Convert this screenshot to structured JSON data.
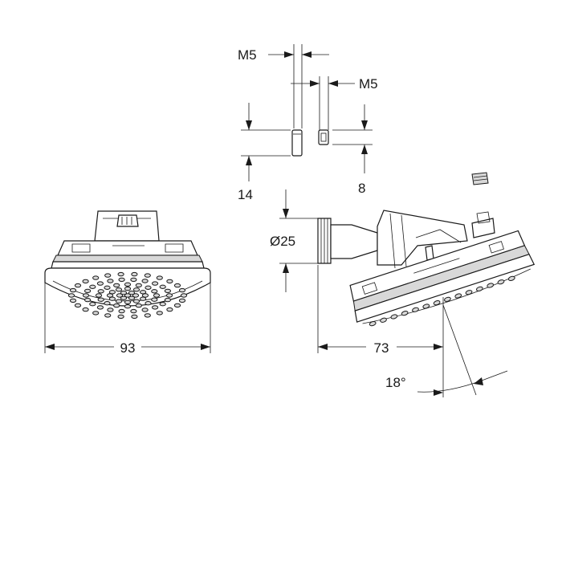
{
  "dimensions": {
    "head_diameter": "93",
    "projection": "73",
    "tilt_angle": "18°",
    "inlet_diameter": "Ø25",
    "screw_a_thread": "M5",
    "screw_a_length": "14",
    "screw_b_thread": "M5",
    "screw_b_length": "8"
  }
}
